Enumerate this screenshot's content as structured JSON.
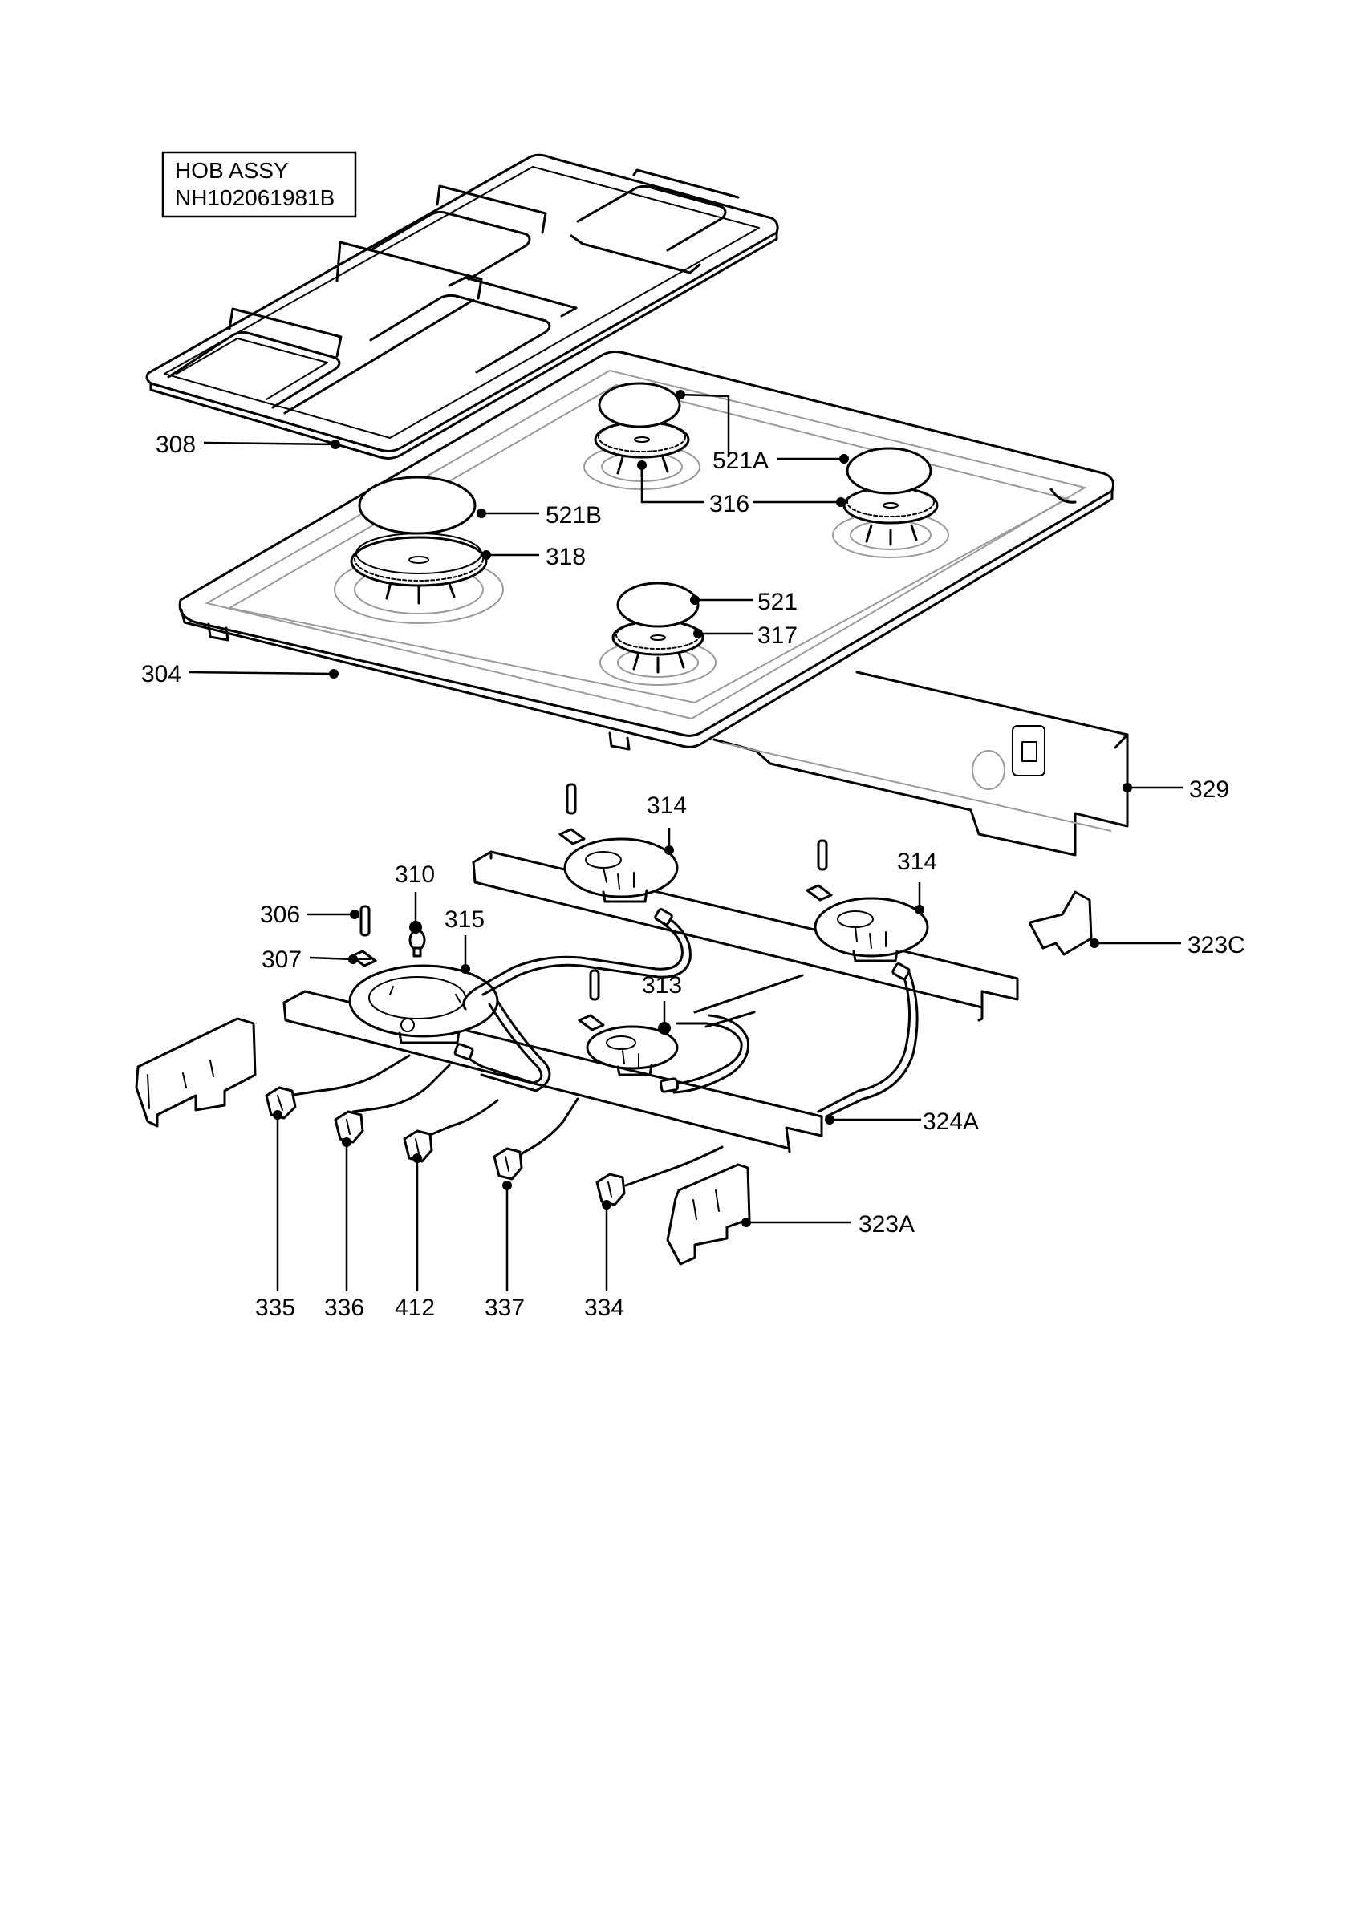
{
  "title_block": {
    "line1": "HOB ASSY",
    "line2": "NH102061981B"
  },
  "callouts": [
    {
      "id": "c308",
      "text": "308"
    },
    {
      "id": "c521A",
      "text": "521A"
    },
    {
      "id": "c316",
      "text": "316"
    },
    {
      "id": "c521B",
      "text": "521B"
    },
    {
      "id": "c318",
      "text": "318"
    },
    {
      "id": "c521",
      "text": "521"
    },
    {
      "id": "c317",
      "text": "317"
    },
    {
      "id": "c304",
      "text": "304"
    },
    {
      "id": "c329",
      "text": "329"
    },
    {
      "id": "c314a",
      "text": "314"
    },
    {
      "id": "c314b",
      "text": "314"
    },
    {
      "id": "c310",
      "text": "310"
    },
    {
      "id": "c306",
      "text": "306"
    },
    {
      "id": "c315",
      "text": "315"
    },
    {
      "id": "c307",
      "text": "307"
    },
    {
      "id": "c313",
      "text": "313"
    },
    {
      "id": "c323C",
      "text": "323C"
    },
    {
      "id": "c324A",
      "text": "324A"
    },
    {
      "id": "c323A",
      "text": "323A"
    },
    {
      "id": "c335",
      "text": "335"
    },
    {
      "id": "c336",
      "text": "336"
    },
    {
      "id": "c412",
      "text": "412"
    },
    {
      "id": "c337",
      "text": "337"
    },
    {
      "id": "c334",
      "text": "334"
    }
  ]
}
